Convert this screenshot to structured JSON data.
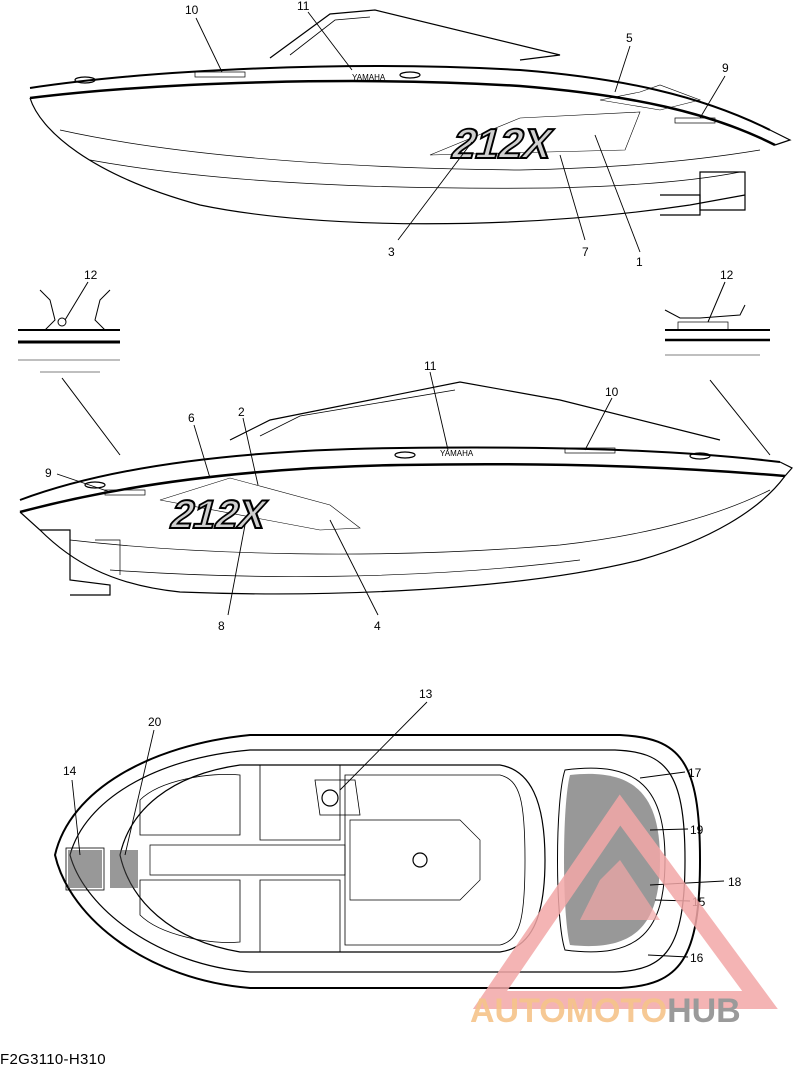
{
  "diagram_code": "F2G3110-H310",
  "callouts": {
    "c1": "1",
    "c2": "2",
    "c3": "3",
    "c4": "4",
    "c5": "5",
    "c6": "6",
    "c7": "7",
    "c8": "8",
    "c9a": "9",
    "c9b": "9",
    "c10a": "10",
    "c10b": "10",
    "c11a": "11",
    "c11b": "11",
    "c12a": "12",
    "c12b": "12",
    "c13": "13",
    "c14": "14",
    "c15": "15",
    "c16": "16",
    "c17": "17",
    "c18": "18",
    "c19": "19",
    "c20": "20"
  },
  "decal_text": {
    "model_top": "212X",
    "model_bottom": "212X",
    "brand_top": "YAMAHA",
    "brand_bottom": "YAMAHA"
  },
  "watermark": {
    "part1": "AUTOMOTO",
    "part2": "HUB",
    "color_primary": "#f2a7a7",
    "color_secondary": "#9a9a9a",
    "color_orange": "#f6c48a"
  }
}
